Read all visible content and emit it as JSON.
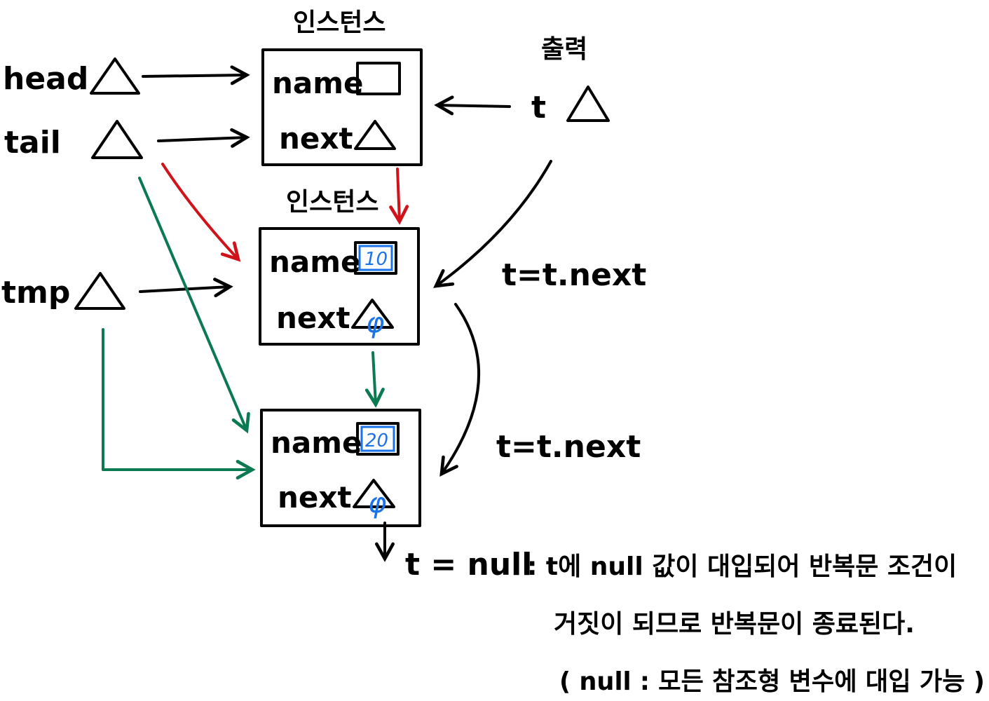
{
  "diagram": {
    "variables": {
      "head": "head",
      "tail": "tail",
      "tmp": "tmp",
      "t": "t"
    },
    "headers": {
      "instance1": "인스턴스",
      "instance2": "인스턴스",
      "output": "출력"
    },
    "nodes": [
      {
        "name_label": "name",
        "next_label": "next",
        "name_value": "",
        "next_value": ""
      },
      {
        "name_label": "name",
        "next_label": "next",
        "name_value": "10",
        "next_value": "φ"
      },
      {
        "name_label": "name",
        "next_label": "next",
        "name_value": "20",
        "next_value": "φ"
      }
    ],
    "steps": {
      "step1": "t=t.next",
      "step2": "t=t.next"
    },
    "null_assign": "t = null",
    "explanation": {
      "line1": ": t에 null 값이 대입되어 반복문 조건이",
      "line2": "거짓이 되므로 반복문이 종료된다.",
      "line3": "( null : 모든 참조형 변수에 대입 가능 )"
    },
    "colors": {
      "black": "#000000",
      "red": "#d0121b",
      "green": "#0b7a52",
      "blue": "#1a73e8"
    }
  }
}
